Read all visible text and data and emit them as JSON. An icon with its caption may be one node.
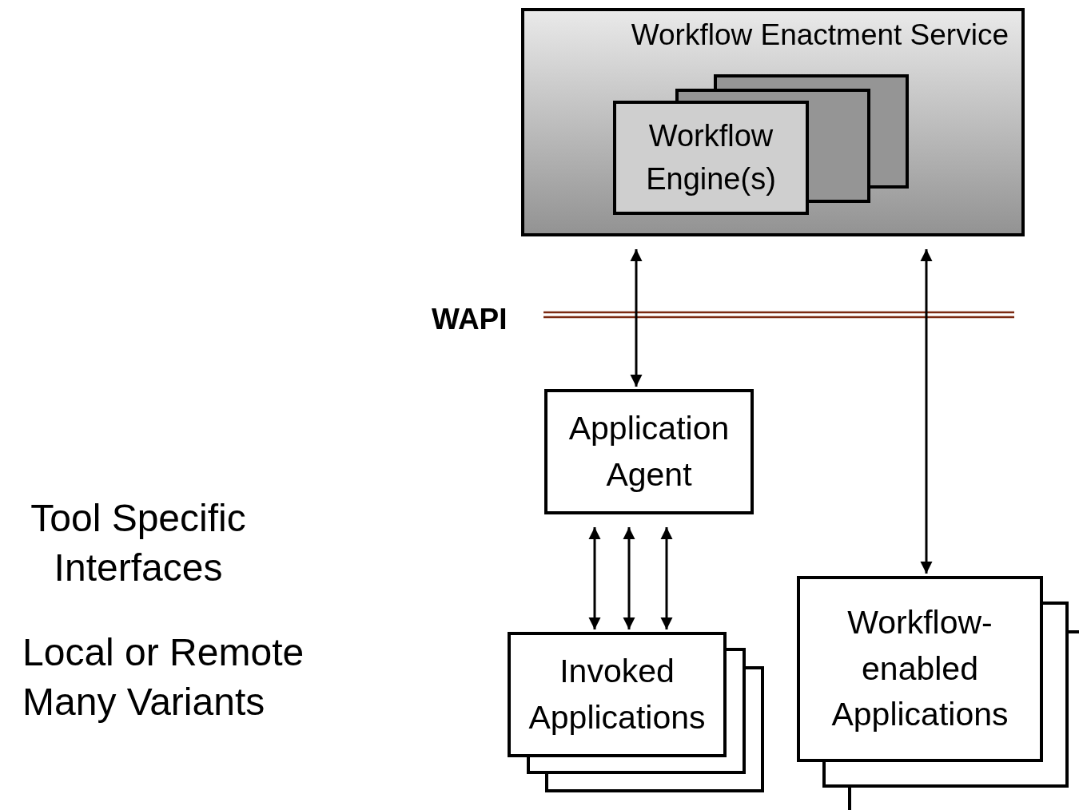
{
  "diagram": {
    "nodes": [
      {
        "text": [
          "Workflow Enactment Service"
        ]
      },
      {
        "text": [
          "Workflow Engine(s)"
        ],
        "in": 0
      },
      {
        "text": [
          "Application Agent"
        ]
      },
      {
        "text": [
          "Invoked Applications"
        ]
      },
      {
        "text": [
          "Workflow- enabled Applications"
        ]
      }
    ],
    "edges": [
      {
        "from": 0,
        "to": 2,
        "arrow": "both"
      },
      {
        "from": 0,
        "to": 4,
        "arrow": "both"
      },
      {
        "from": 2,
        "to": 3,
        "arrow": "both"
      },
      {
        "from": 2,
        "to": 3,
        "arrow": "both"
      },
      {
        "from": 2,
        "to": 3,
        "arrow": "both"
      }
    ],
    "labels": [
      "WAPI",
      "Tool Specific Interfaces",
      "Local or Remote",
      "Many Variants"
    ]
  }
}
